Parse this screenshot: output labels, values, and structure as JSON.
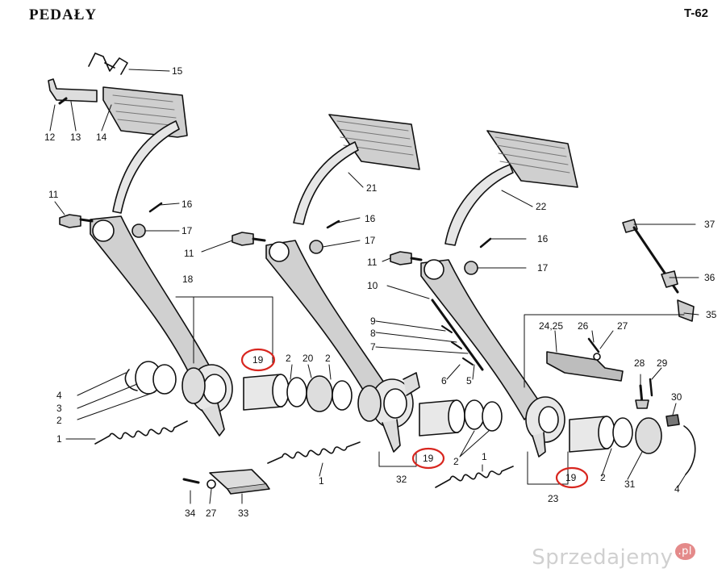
{
  "header": {
    "title": "PEDAŁY",
    "code": "T-62"
  },
  "watermark": {
    "brand": "Sprzedajemy",
    "suffix": ".pl"
  },
  "colors": {
    "ink": "#111111",
    "highlight": "#d8261f",
    "shade": "#9a9a9a"
  },
  "labels": {
    "l15": "15",
    "l12": "12",
    "l13": "13",
    "l14": "14",
    "l11a": "11",
    "l16a": "16",
    "l17a": "17",
    "l18": "18",
    "l21": "21",
    "l16b": "16",
    "l11b": "11",
    "l17b": "17",
    "l22": "22",
    "l16c": "16",
    "l11c": "11",
    "l17c": "17",
    "l37": "37",
    "l36": "36",
    "l35": "35",
    "l10": "10",
    "l9": "9",
    "l8": "8",
    "l7": "7",
    "l6": "6",
    "l5": "5",
    "l2425": "24,25",
    "l26": "26",
    "l27a": "27",
    "l19a": "19",
    "l2a": "2",
    "l20": "20",
    "l2b": "2",
    "l4a": "4",
    "l3": "3",
    "l2c": "2",
    "l1a": "1",
    "l1b": "1",
    "l32": "32",
    "l19b": "19",
    "l2d": "2",
    "l1c": "1",
    "l34": "34",
    "l27b": "27",
    "l33": "33",
    "l28": "28",
    "l29": "29",
    "l30": "30",
    "l19c": "19",
    "l2e": "2",
    "l31": "31",
    "l4b": "4",
    "l23": "23"
  }
}
